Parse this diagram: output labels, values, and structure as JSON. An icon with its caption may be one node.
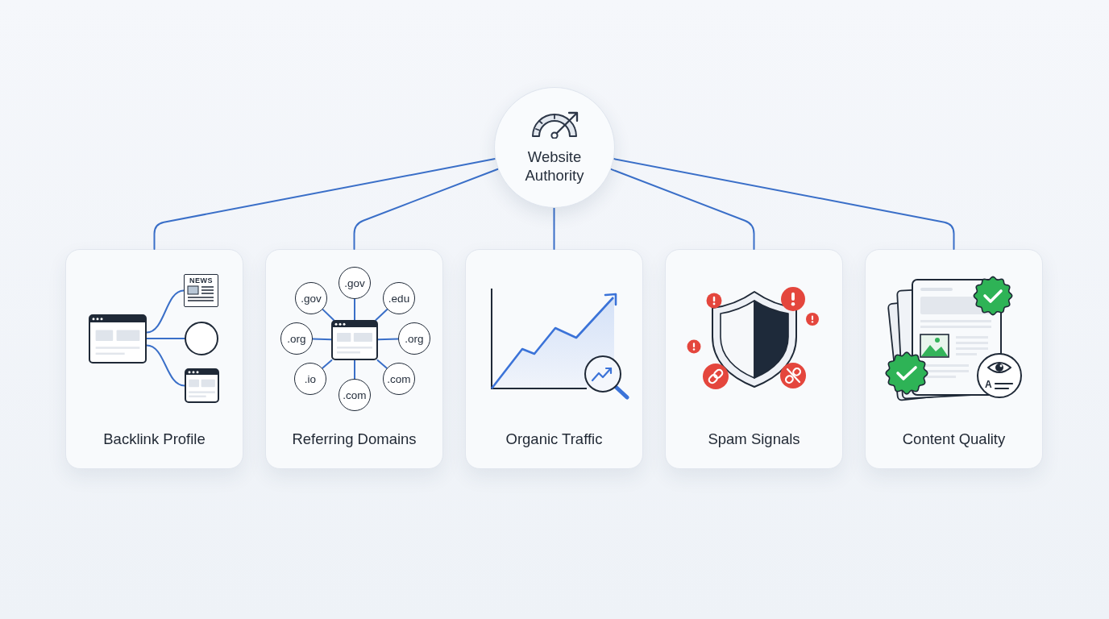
{
  "diagram": {
    "nodes": [
      {
        "text": [
          "Website Authority"
        ]
      },
      {
        "text": [
          "Backlink Profile"
        ]
      },
      {
        "text": [],
        "shape": "picture",
        "in": 1
      },
      {
        "text": [
          "NEWS"
        ],
        "in": 1
      },
      {
        "text": [],
        "shape": "circle",
        "in": 1
      },
      {
        "text": [],
        "shape": "picture",
        "in": 1
      },
      {
        "text": [
          "Referring Domains"
        ]
      },
      {
        "text": [
          ".gov"
        ],
        "in": 6
      },
      {
        "text": [
          ".gov"
        ],
        "in": 6
      },
      {
        "text": [
          ".edu"
        ],
        "in": 6
      },
      {
        "text": [
          ".org"
        ],
        "in": 6
      },
      {
        "text": [],
        "shape": "picture",
        "in": 6
      },
      {
        "text": [
          ".org"
        ],
        "in": 6
      },
      {
        "text": [
          ".io"
        ],
        "in": 6
      },
      {
        "text": [
          ".com"
        ],
        "in": 6
      },
      {
        "text": [
          ".com"
        ],
        "in": 6
      },
      {
        "text": [
          "Organic Traffic"
        ]
      },
      {
        "text": [
          "Spam Signals"
        ]
      },
      {
        "text": [
          "Content Quality"
        ]
      }
    ],
    "edges": [
      {
        "from": 0,
        "to": 1,
        "arrow": "none"
      },
      {
        "from": 0,
        "to": 6,
        "arrow": "none"
      },
      {
        "from": 0,
        "to": 16,
        "arrow": "none"
      },
      {
        "from": 0,
        "to": 17,
        "arrow": "none"
      },
      {
        "from": 0,
        "to": 18,
        "arrow": "none"
      },
      {
        "from": 2,
        "to": 3,
        "arrow": "none"
      },
      {
        "from": 2,
        "to": 4,
        "arrow": "none"
      },
      {
        "from": 2,
        "to": 5,
        "arrow": "none"
      },
      {
        "from": 11,
        "to": 7,
        "arrow": "none"
      },
      {
        "from": 11,
        "to": 8,
        "arrow": "none"
      },
      {
        "from": 11,
        "to": 9,
        "arrow": "none"
      },
      {
        "from": 11,
        "to": 10,
        "arrow": "none"
      },
      {
        "from": 11,
        "to": 12,
        "arrow": "none"
      },
      {
        "from": 11,
        "to": 13,
        "arrow": "none"
      },
      {
        "from": 11,
        "to": 14,
        "arrow": "none"
      },
      {
        "from": 11,
        "to": 15,
        "arrow": "none"
      }
    ],
    "labels": [
      "A"
    ]
  }
}
